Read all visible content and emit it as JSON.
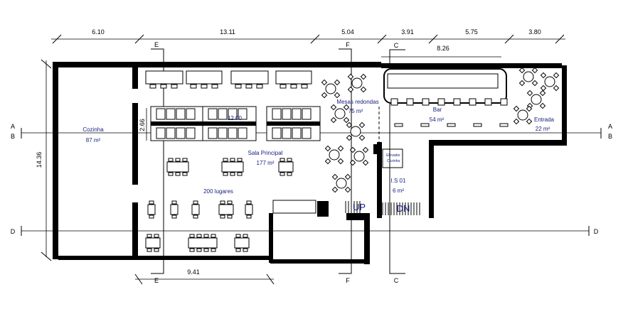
{
  "dimensions": {
    "top": [
      "6.10",
      "13.11",
      "5.04",
      "3.91",
      "5.75",
      "3.80"
    ],
    "bar_length": "8.26",
    "overall_depth": "14.36",
    "aisle_width": "2.66",
    "table_row_length": "12.00",
    "bottom": "9.41"
  },
  "sections": {
    "e_top": "E",
    "e_bottom": "E",
    "f_top": "F",
    "f_bottom": "F",
    "c_top": "C",
    "c_bottom": "C",
    "a_left": "A",
    "b_left": "B",
    "a_right": "A",
    "b_right": "B",
    "d_left": "D",
    "d_right": "D"
  },
  "rooms": {
    "kitchen": {
      "name": "Cozinha",
      "area": "87 m²"
    },
    "main_hall": {
      "name": "Sala Principal",
      "area": "177 m²",
      "capacity": "200 lugares"
    },
    "round_tables": {
      "name": "Mesas redondas",
      "area": "75 m²"
    },
    "bar": {
      "name": "Bar",
      "area": "54 m²"
    },
    "entrance": {
      "name": "Entrada",
      "area": "22 m²"
    },
    "elevator": {
      "name_line1": "Elevador",
      "name_line2": "Cozinha"
    },
    "restroom": {
      "name": "I.S 01",
      "area": "6 m²"
    }
  },
  "stairs": {
    "up": "UP",
    "down": "DN"
  }
}
